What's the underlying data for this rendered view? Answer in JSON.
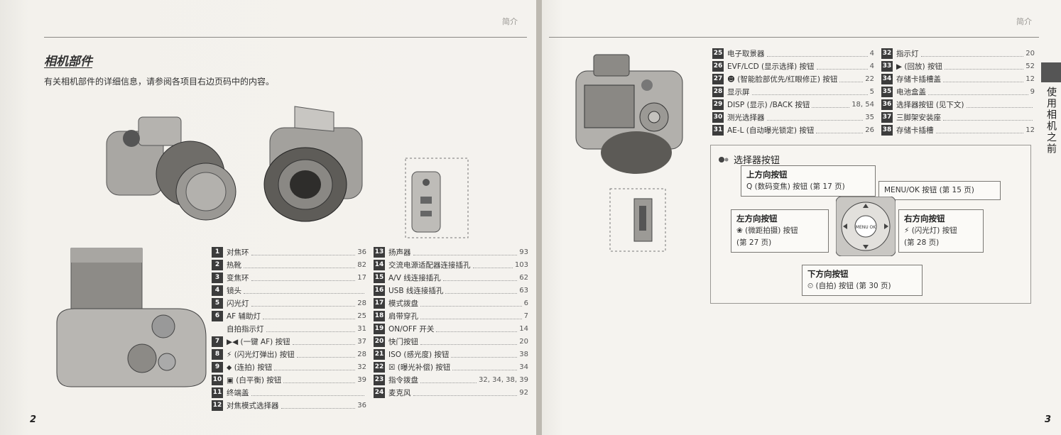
{
  "left_page": {
    "running_head": "简介",
    "page_number": "2",
    "title": "相机部件",
    "intro": "有关相机部件的详细信息，请参阅各项目右边页码中的内容。",
    "parts_col1": [
      {
        "n": "1",
        "label": "对焦环",
        "page": "36"
      },
      {
        "n": "2",
        "label": "热靴",
        "page": "82"
      },
      {
        "n": "3",
        "label": "变焦环",
        "page": "17"
      },
      {
        "n": "4",
        "label": "镜头",
        "page": ""
      },
      {
        "n": "5",
        "label": "闪光灯",
        "page": "28"
      },
      {
        "n": "6",
        "label": "AF 辅助灯",
        "page": "25"
      },
      {
        "n": "",
        "label": "自拍指示灯",
        "page": "31"
      },
      {
        "n": "7",
        "label": "▶◀ (一键 AF) 按钮",
        "page": "37"
      },
      {
        "n": "8",
        "label": "⚡ (闪光灯弹出) 按钮",
        "page": "28"
      },
      {
        "n": "9",
        "label": "⬥ (连拍) 按钮",
        "page": "32"
      },
      {
        "n": "10",
        "label": "▣ (白平衡) 按钮",
        "page": "39"
      },
      {
        "n": "11",
        "label": "终端盖",
        "page": ""
      },
      {
        "n": "12",
        "label": "对焦模式选择器",
        "page": "36"
      }
    ],
    "parts_col2": [
      {
        "n": "13",
        "label": "扬声器",
        "page": "93"
      },
      {
        "n": "14",
        "label": "交流电源适配器连接插孔",
        "page": "103"
      },
      {
        "n": "15",
        "label": "A/V 线连接插孔",
        "page": "62"
      },
      {
        "n": "16",
        "label": "USB 线连接插孔",
        "page": "63"
      },
      {
        "n": "17",
        "label": "模式拨盘",
        "page": "6"
      },
      {
        "n": "18",
        "label": "肩带穿孔",
        "page": "7"
      },
      {
        "n": "19",
        "label": "ON/OFF 开关",
        "page": "14"
      },
      {
        "n": "20",
        "label": "快门按钮",
        "page": "20"
      },
      {
        "n": "21",
        "label": "ISO (感光度) 按钮",
        "page": "38"
      },
      {
        "n": "22",
        "label": "☒ (曝光补偿) 按钮",
        "page": "34"
      },
      {
        "n": "23",
        "label": "指令拨盘",
        "page": "32, 34, 38, 39"
      },
      {
        "n": "24",
        "label": "麦克风",
        "page": "92"
      }
    ]
  },
  "right_page": {
    "running_head": "简介",
    "page_number": "3",
    "side_tab": "使用相机之前",
    "parts_col1": [
      {
        "n": "25",
        "label": "电子取景器",
        "page": "4"
      },
      {
        "n": "26",
        "label": "EVF/LCD (显示选择) 按钮",
        "page": "4"
      },
      {
        "n": "27",
        "label": "☻ (智能脸部优先/红眼修正) 按钮",
        "page": "22"
      },
      {
        "n": "28",
        "label": "显示屏",
        "page": "5"
      },
      {
        "n": "29",
        "label": "DISP (显示) /BACK 按钮",
        "page": "18, 54"
      },
      {
        "n": "30",
        "label": "测光选择器",
        "page": "35"
      },
      {
        "n": "31",
        "label": "AE-L (自动曝光锁定) 按钮",
        "page": "26"
      }
    ],
    "parts_col2": [
      {
        "n": "32",
        "label": "指示灯",
        "page": "20"
      },
      {
        "n": "33",
        "label": "▶ (回放) 按钮",
        "page": "52"
      },
      {
        "n": "34",
        "label": "存储卡插槽盖",
        "page": "12"
      },
      {
        "n": "35",
        "label": "电池盒盖",
        "page": "9"
      },
      {
        "n": "36",
        "label": "选择器按钮 (见下文)",
        "page": ""
      },
      {
        "n": "37",
        "label": "三脚架安装座",
        "page": ""
      },
      {
        "n": "38",
        "label": "存储卡插槽",
        "page": "12"
      }
    ],
    "selector": {
      "heading": "选择器按钮",
      "up": {
        "title": "上方向按钮",
        "desc": "Q (数码变焦) 按钮 (第 17 页)"
      },
      "menu": {
        "desc": "MENU/OK 按钮 (第 15 页)"
      },
      "left": {
        "title": "左方向按钮",
        "desc": "❀ (微距拍摄) 按钮",
        "page": "(第 27 页)"
      },
      "right": {
        "title": "右方向按钮",
        "desc": "⚡ (闪光灯) 按钮",
        "page": "(第 28 页)"
      },
      "down": {
        "title": "下方向按钮",
        "desc": "⏲ (自拍) 按钮 (第 30 页)"
      },
      "pad_label": "MENU OK"
    }
  }
}
